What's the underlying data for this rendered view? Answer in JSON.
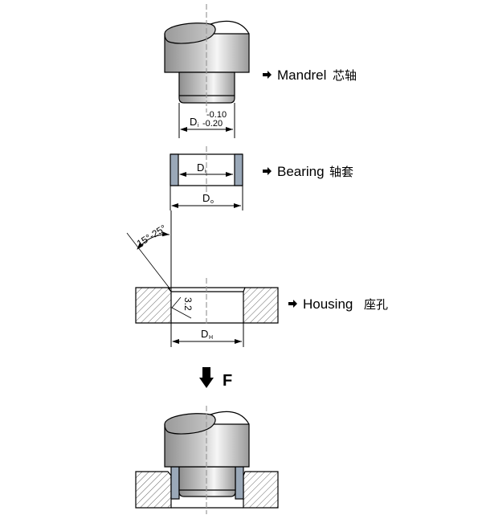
{
  "labels": {
    "mandrel": {
      "en": "Mandrel",
      "zh": "芯轴"
    },
    "bearing": {
      "en": "Bearing",
      "zh": "轴套"
    },
    "housing": {
      "en": "Housing",
      "zh": "座孔"
    },
    "force": "F"
  },
  "dimensions": {
    "mandrel_diameter": {
      "symbol": "D",
      "subscript": "i",
      "upper_tol": "-0.10",
      "lower_tol": "-0.20"
    },
    "bearing_inner": {
      "symbol": "D",
      "subscript": "i"
    },
    "bearing_outer": {
      "symbol": "D",
      "subscript": "o"
    },
    "housing_bore": {
      "symbol": "D",
      "subscript": "H"
    },
    "chamfer_angle": "15°-25°",
    "surface_roughness": "3.2"
  },
  "colors": {
    "bearing_fill": "#9aa8b8",
    "mandrel_light": "#f4f4f4",
    "mandrel_dark": "#8a8a8a",
    "hatch": "#555555",
    "centerline": "#999999"
  }
}
